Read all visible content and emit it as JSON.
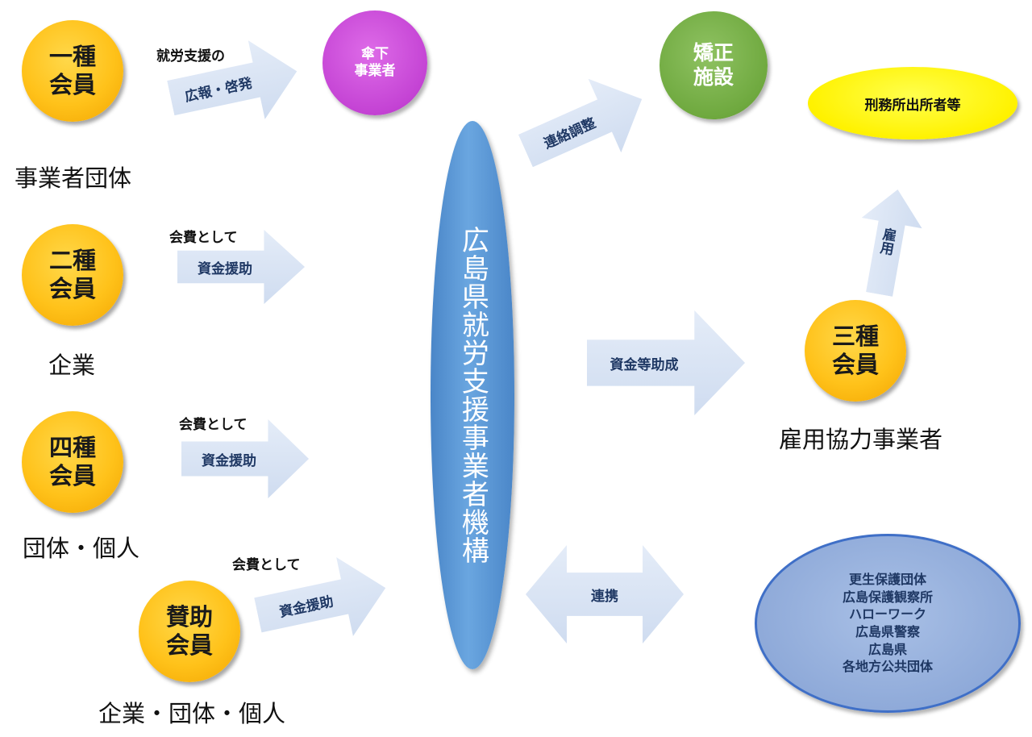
{
  "center": {
    "label": "広島県就労支援事業者機構"
  },
  "members": {
    "type1": {
      "line1": "一種",
      "line2": "会員",
      "caption": "事業者団体"
    },
    "type2": {
      "line1": "二種",
      "line2": "会員",
      "caption": "企業"
    },
    "type4": {
      "line1": "四種",
      "line2": "会員",
      "caption": "団体・個人"
    },
    "supporting": {
      "line1": "賛助",
      "line2": "会員",
      "caption": "企業・団体・個人"
    },
    "type3": {
      "line1": "三種",
      "line2": "会員",
      "caption": "雇用協力事業者"
    }
  },
  "arrows": {
    "pr": {
      "top_label": "就労支援の",
      "label": "広報・啓発"
    },
    "fund2": {
      "top_label": "会費として",
      "label": "資金援助"
    },
    "fund4": {
      "top_label": "会費として",
      "label": "資金援助"
    },
    "fund_support": {
      "top_label": "会費として",
      "label": "資金援助"
    },
    "liaison": {
      "label": "連絡調整"
    },
    "grant": {
      "label": "資金等助成"
    },
    "employ": {
      "label": "雇用"
    },
    "cooperate": {
      "label": "連携"
    }
  },
  "nodes": {
    "subsidiary": {
      "line1": "傘下",
      "line2": "事業者"
    },
    "correctional": {
      "line1": "矯正",
      "line2": "施設"
    },
    "released": {
      "label": "刑務所出所者等"
    },
    "partners": {
      "items": [
        "更生保護団体",
        "広島保護観察所",
        "ハローワーク",
        "広島県警察",
        "広島県",
        "各地方公共団体"
      ]
    }
  },
  "colors": {
    "member_orange": "#ffc21a",
    "center_blue": "#5b9bd5",
    "subsidiary_purple": "#c443d4",
    "correctional_green": "#6fa93f",
    "released_yellow": "#fff200",
    "partners_blue": "#8faad9",
    "arrow_fill": "#dae3f3",
    "arrow_text": "#1f3864"
  }
}
